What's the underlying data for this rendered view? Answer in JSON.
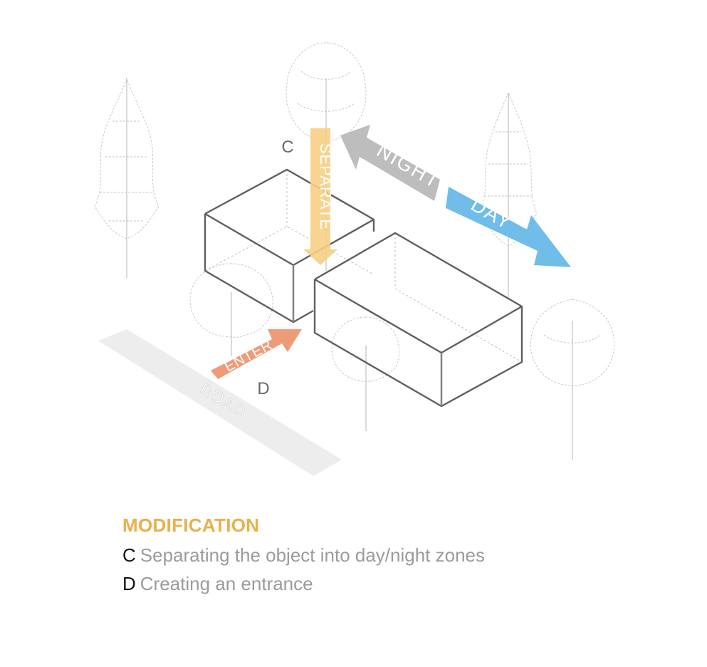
{
  "diagram": {
    "label_c": "C",
    "label_d": "D",
    "road_label": "ROAD",
    "arrow_separate": "SEPARATE",
    "arrow_night": "NIGHT",
    "arrow_day": "DAY",
    "arrow_enter": "ENTER",
    "colors": {
      "separate": "#F6CF86",
      "night": "#BDBDBD",
      "day": "#6FBDE8",
      "enter": "#EE9B78",
      "road": "#EDEDED",
      "volume_edge": "#5f5f5f"
    },
    "icons": [
      "tree-icon"
    ]
  },
  "legend": {
    "title": "MODIFICATION",
    "items": [
      {
        "key": "C",
        "text": "Separating the object into day/night zones"
      },
      {
        "key": "D",
        "text": "Creating an entrance"
      }
    ]
  }
}
